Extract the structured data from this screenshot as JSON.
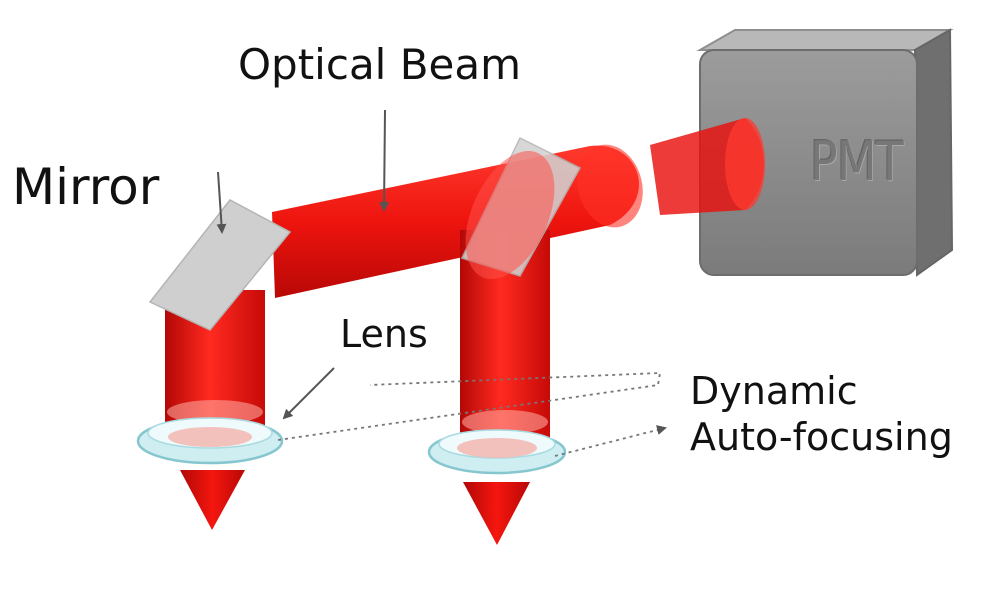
{
  "labels": {
    "optical_beam": "Optical Beam",
    "mirror": "Mirror",
    "lens": "Lens",
    "dynamic_line1": "Dynamic",
    "dynamic_line2": "Auto-focusing",
    "pmt": "PMT"
  },
  "colors": {
    "beam": "#e8100c",
    "beam_dark": "#b10806",
    "mirror": "#c9c9c9",
    "pmt_box": "#8a8a8a",
    "lens": "#bfe9ee",
    "arrow": "#555555"
  }
}
